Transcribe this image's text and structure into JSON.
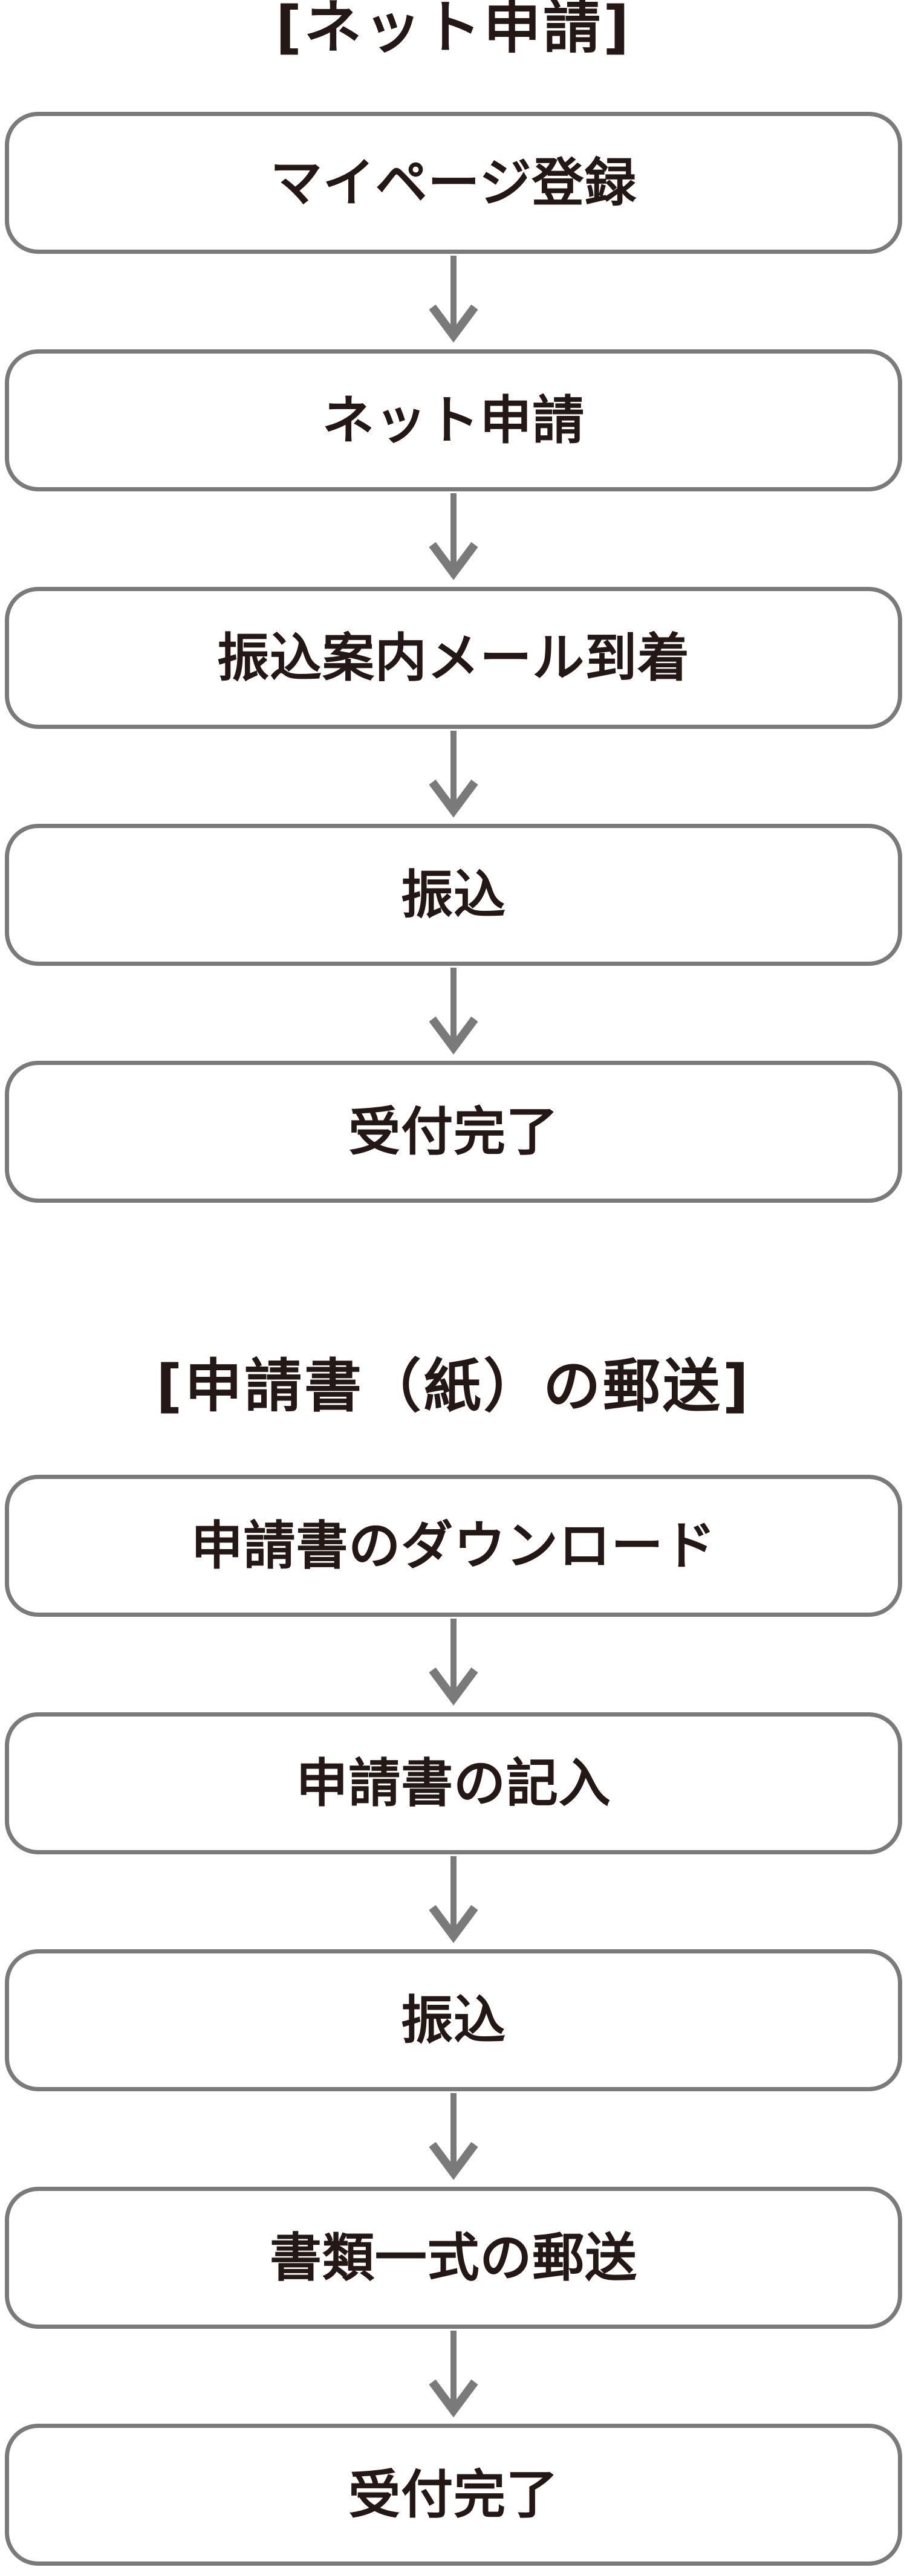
{
  "colors": {
    "box_border": "#7a7a7a",
    "arrow": "#7a7a7a",
    "text": "#231815",
    "box_fill": "#ffffff",
    "background": "#ffffff"
  },
  "sections": [
    {
      "title": "[ネット申請]",
      "steps": [
        "マイページ登録",
        "ネット申請",
        "振込案内メール到着",
        "振込",
        "受付完了"
      ]
    },
    {
      "title": "[申請書（紙）の郵送]",
      "steps": [
        "申請書のダウンロード",
        "申請書の記入",
        "振込",
        "書類一式の郵送",
        "受付完了"
      ]
    }
  ]
}
